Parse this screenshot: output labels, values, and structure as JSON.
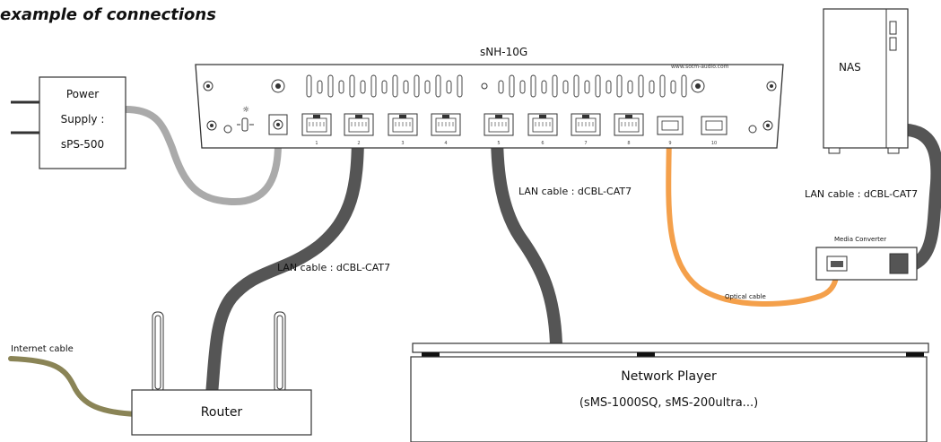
{
  "title": "example of connections",
  "device": {
    "name": "sNH-10G",
    "website": "www.sotm-audio.com",
    "port_numbers": [
      "1",
      "2",
      "3",
      "4",
      "5",
      "6",
      "7",
      "8",
      "9",
      "10"
    ]
  },
  "power_supply": {
    "line1": "Power",
    "line2": "Supply :",
    "line3": "sPS-500"
  },
  "nas": {
    "label": "NAS"
  },
  "media_converter": {
    "label": "Media Converter"
  },
  "router": {
    "label": "Router"
  },
  "network_player": {
    "line1": "Network Player",
    "line2": "(sMS-1000SQ, sMS-200ultra...)"
  },
  "cables": {
    "router_lan": "LAN cable : dCBL-CAT7",
    "player_lan": "LAN cable : dCBL-CAT7",
    "nas_lan": "LAN cable : dCBL-CAT7",
    "optical": "Optical cable",
    "internet": "Internet cable"
  },
  "colors": {
    "lan_cable": "#555555",
    "power_cable": "#aaaaaa",
    "optical_cable": "#f4a04b",
    "internet_cable": "#8a8456",
    "outline": "#333333"
  }
}
